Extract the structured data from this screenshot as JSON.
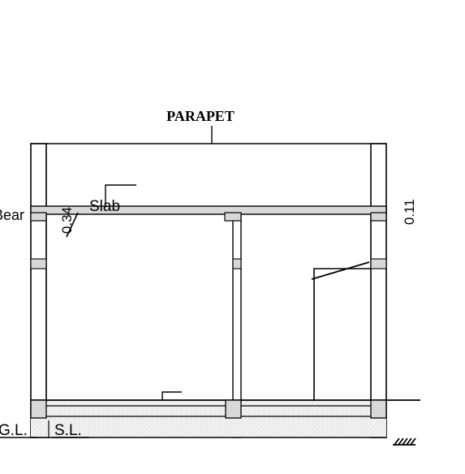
{
  "drawing": {
    "title_label": "PARAPET",
    "beam_label": "Bear",
    "slab_label": "Slab",
    "slab_thickness_label": "0.34",
    "beam_depth_label": "0.11",
    "ground_level_label": "G.L.",
    "slab_level_label": "S.L."
  },
  "colors": {
    "line": "#000000",
    "member_fill": "#d8d8d8",
    "floor_fill": "#ececec",
    "background": "#ffffff"
  }
}
